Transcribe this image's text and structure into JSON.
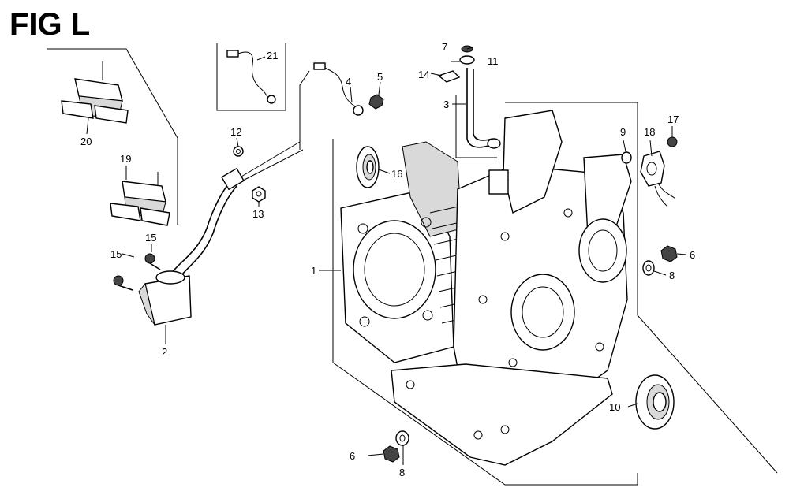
{
  "figure": {
    "title": "FIG L"
  },
  "callouts": {
    "c1": "1",
    "c2": "2",
    "c3": "3",
    "c4": "4",
    "c5": "5",
    "c6a": "6",
    "c6b": "6",
    "c7": "7",
    "c8a": "8",
    "c8b": "8",
    "c9": "9",
    "c10": "10",
    "c11": "11",
    "c12": "12",
    "c13": "13",
    "c14": "14",
    "c15a": "15",
    "c15b": "15",
    "c16": "16",
    "c17": "17",
    "c18": "18",
    "c19": "19",
    "c20": "20",
    "c21": "21"
  }
}
